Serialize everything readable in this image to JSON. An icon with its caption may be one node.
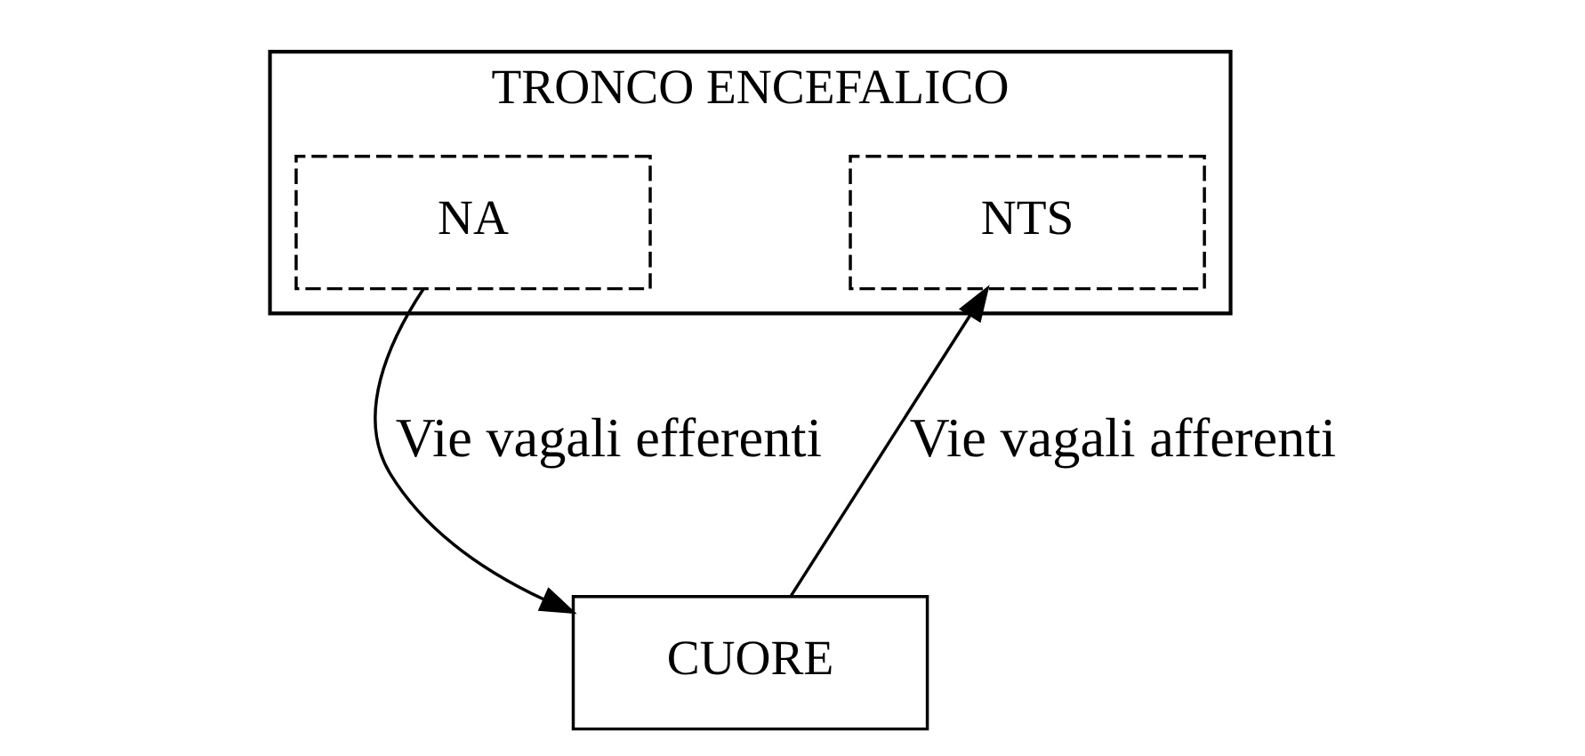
{
  "diagram": {
    "nodes": [
      {
        "text": [
          "TRONCO ENCEFALICO"
        ]
      },
      {
        "text": [
          "NTS"
        ],
        "in": 0
      },
      {
        "text": [
          "NA"
        ],
        "in": 0
      },
      {
        "text": [
          "CUORE"
        ]
      }
    ],
    "edges": [
      {
        "from": 2,
        "to": 3,
        "arrow": "to",
        "label": "Vie vagali efferenti"
      },
      {
        "from": 3,
        "to": 1,
        "arrow": "to",
        "label": "Vie vagali afferenti"
      }
    ]
  }
}
